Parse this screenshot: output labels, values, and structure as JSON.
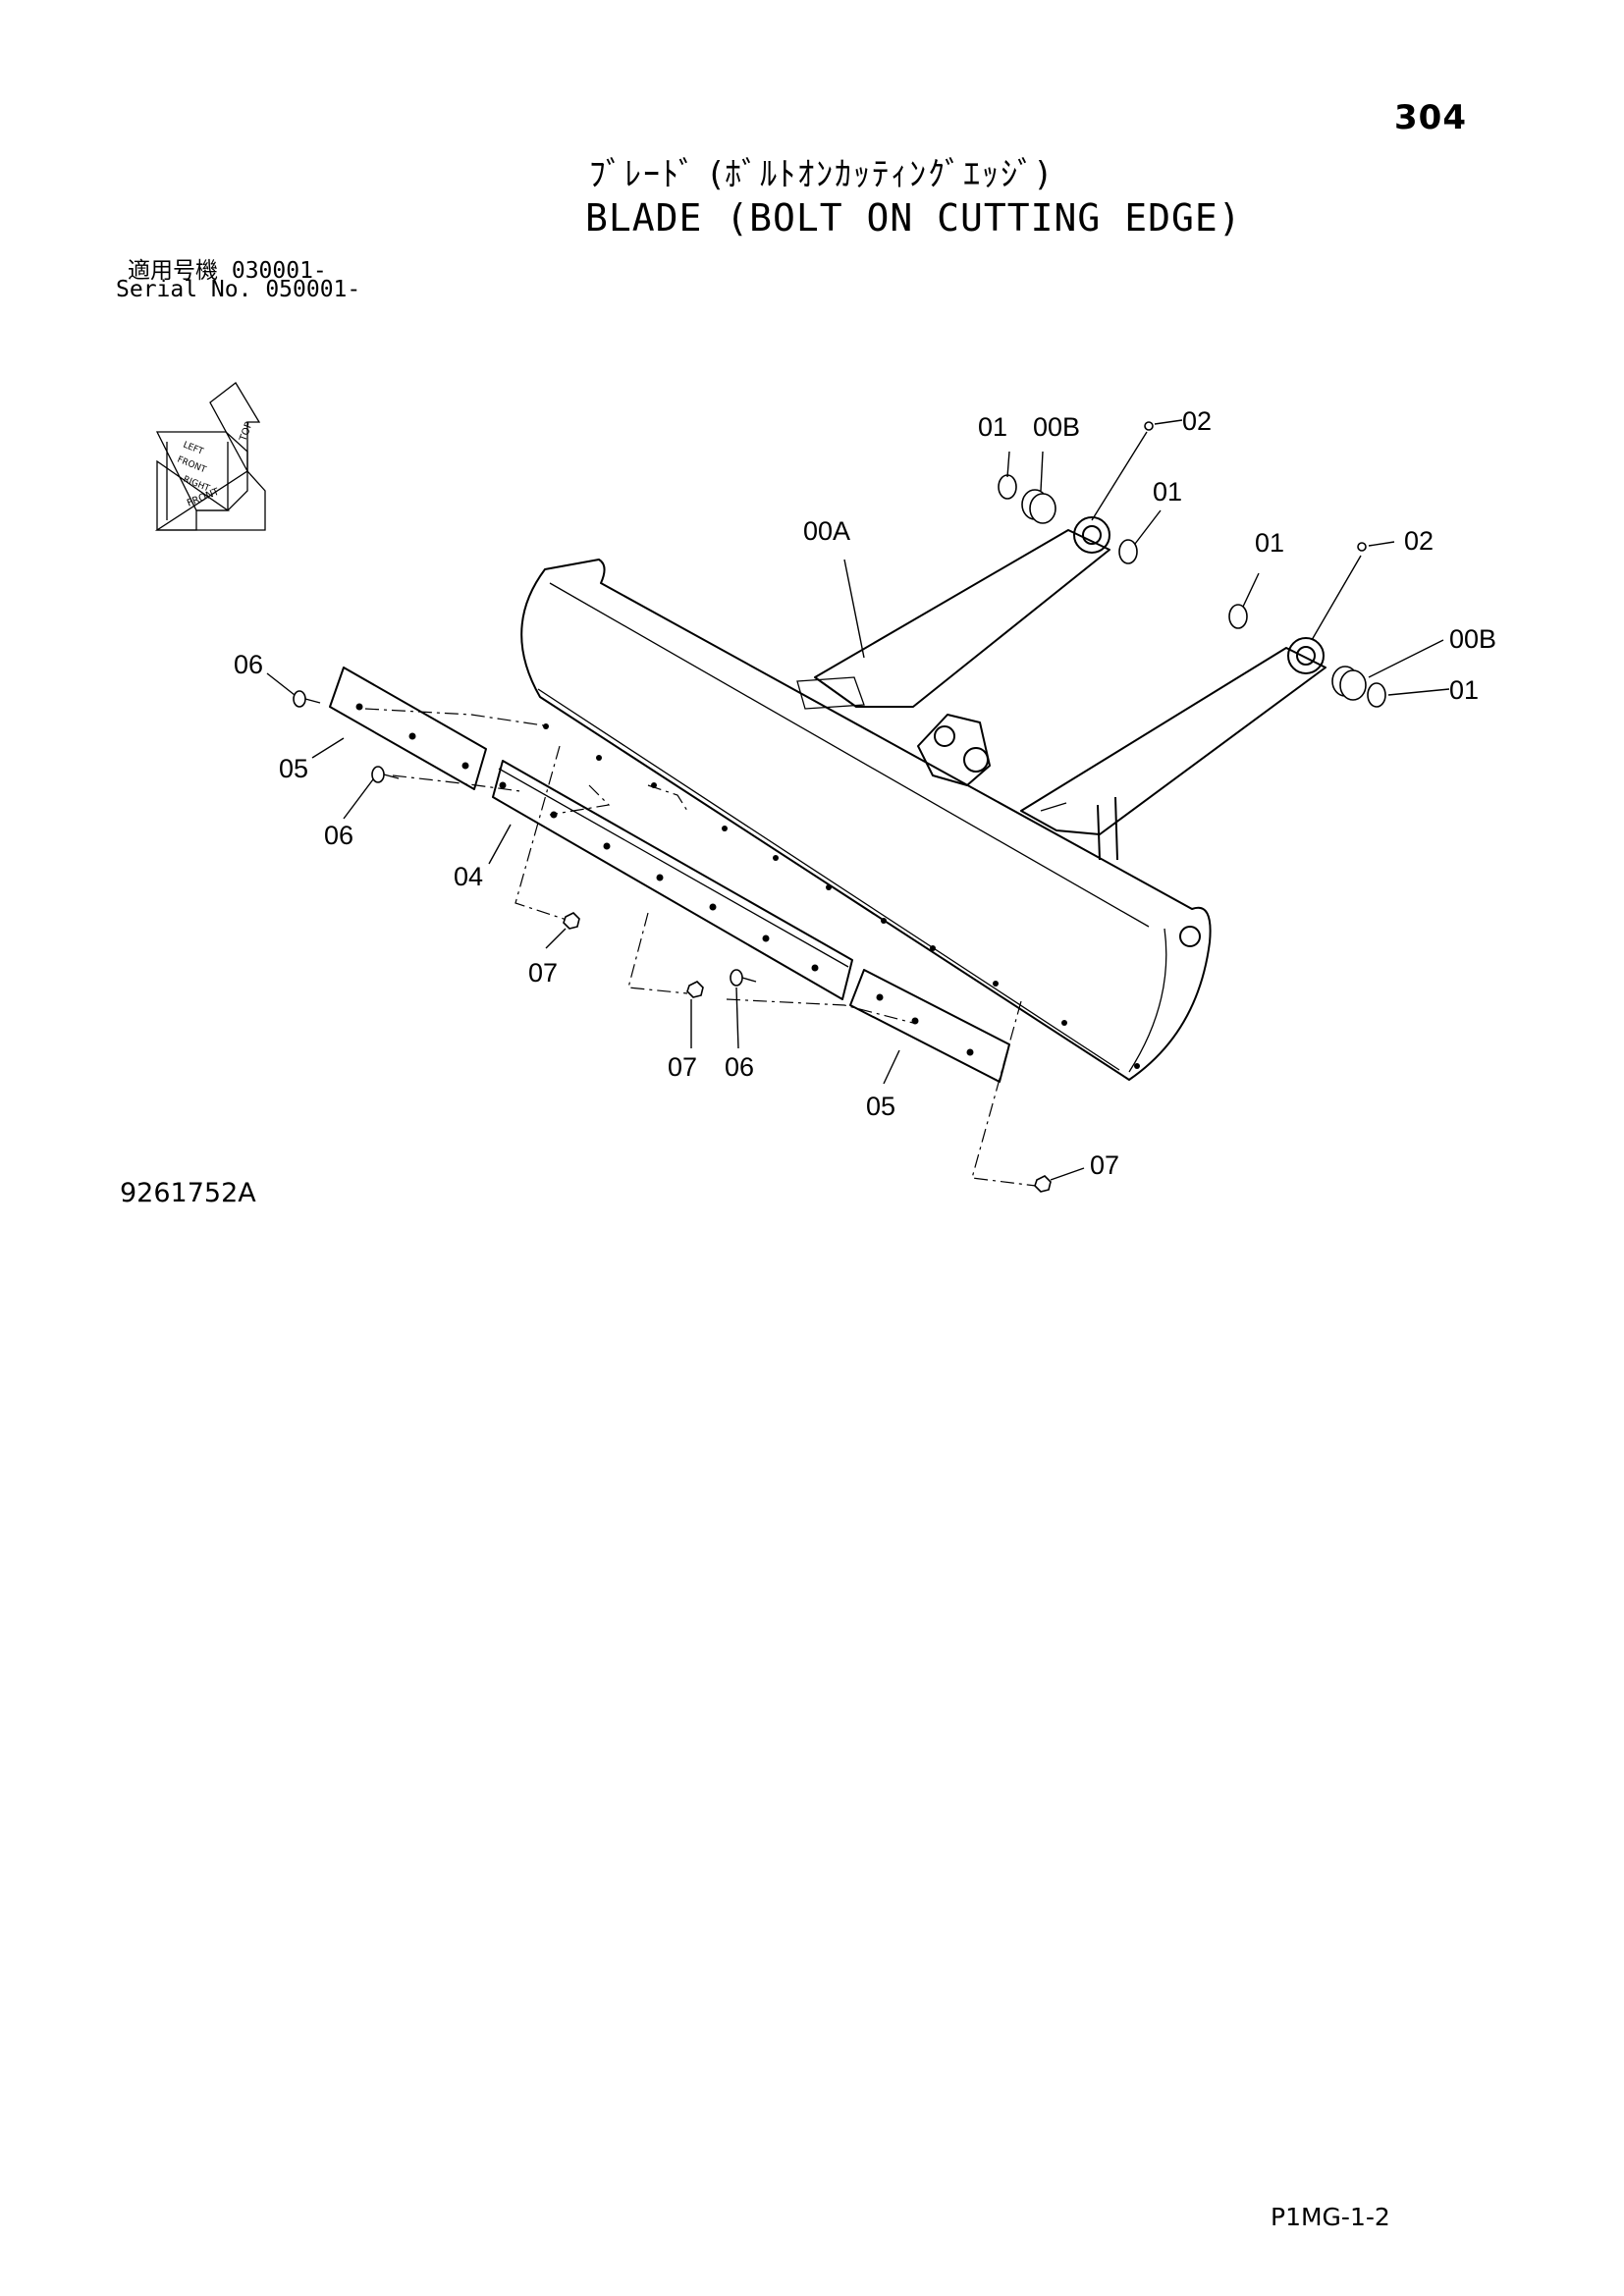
{
  "page": {
    "number": "304",
    "title_jp": "ﾌﾞﾚｰﾄﾞ (ﾎﾞﾙﾄｵﾝｶｯﾃｨﾝｸﾞｴｯｼﾞ)",
    "title_en": "BLADE (BOLT ON CUTTING EDGE)",
    "serial_jp": "適用号機  030001-",
    "serial_en": "Serial No. 050001-",
    "drawing_number": "9261752A",
    "sheet_code": "P1MG-1-2"
  },
  "orientation_icon": {
    "labels": [
      "TOP",
      "FRONT",
      "RIGHT",
      "FRONT",
      "LEFT"
    ]
  },
  "callouts": {
    "c01_a": "01",
    "c00b_a": "00B",
    "c02_a": "02",
    "c01_b": "01",
    "c00a": "00A",
    "c01_c": "01",
    "c02_b": "02",
    "c00b_b": "00B",
    "c01_d": "01",
    "c06_a": "06",
    "c05_a": "05",
    "c06_b": "06",
    "c04": "04",
    "c07_a": "07",
    "c07_b": "07",
    "c06_c": "06",
    "c05_b": "05",
    "c07_c": "07"
  }
}
